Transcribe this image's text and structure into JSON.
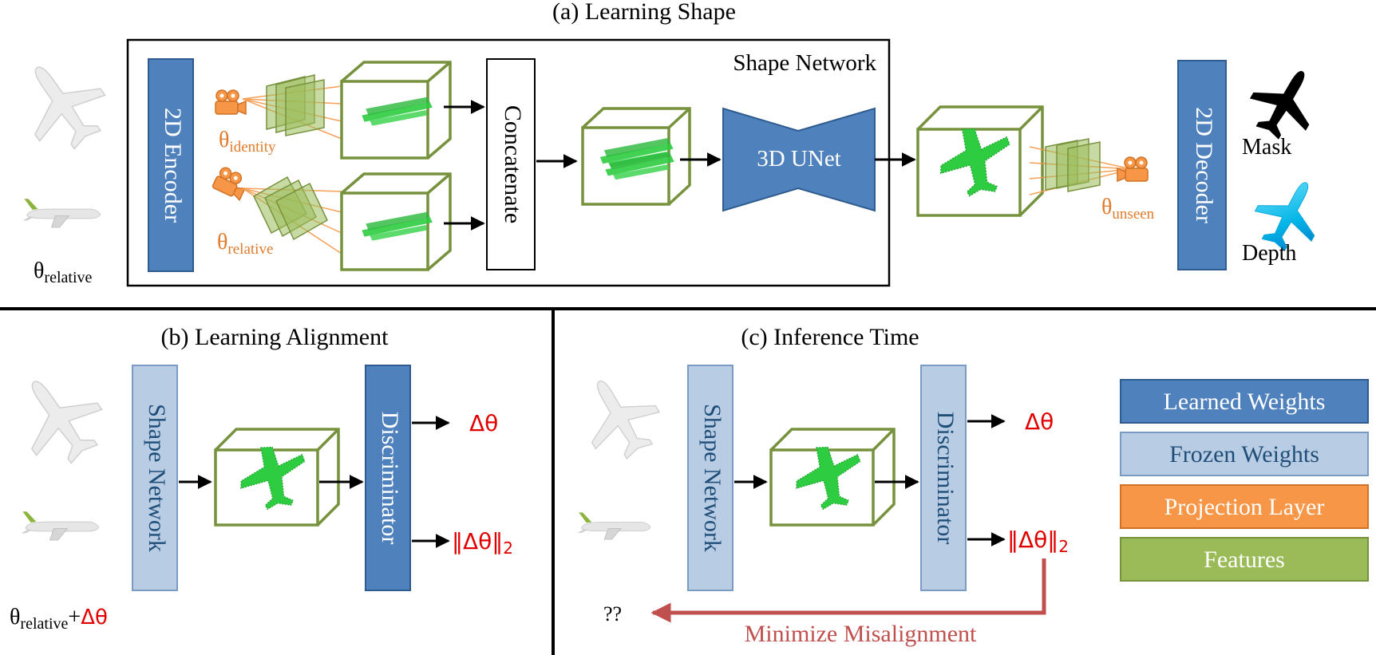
{
  "panel_a": {
    "title": "(a) Learning Shape",
    "shape_network_label": "Shape Network",
    "encoder_label": "2D Encoder",
    "concat_label": "Concatenate",
    "unet_label": "3D UNet",
    "decoder_label": "2D Decoder",
    "theta_identity": {
      "base": "θ",
      "sub": "identity"
    },
    "theta_relative_top": {
      "base": "θ",
      "sub": "relative"
    },
    "theta_relative_left": {
      "base": "θ",
      "sub": "relative"
    },
    "theta_unseen": {
      "base": "θ",
      "sub": "unseen"
    },
    "mask_label": "Mask",
    "depth_label": "Depth"
  },
  "panel_b": {
    "title": "(b) Learning Alignment",
    "shape_net_label": "Shape Network",
    "disc_label": "Discriminator",
    "delta_theta": "Δθ",
    "norm_open": "‖Δθ‖",
    "norm_sub": "2",
    "theta_rel": {
      "base": "θ",
      "sub": "relative",
      "plus": "+",
      "delta": "Δθ"
    }
  },
  "panel_c": {
    "title": "(c) Inference Time",
    "shape_net_label": "Shape Network",
    "disc_label": "Discriminator",
    "delta_theta": "Δθ",
    "norm_open": "‖Δθ‖",
    "norm_sub": "2",
    "unknown": "??",
    "minimize_label": "Minimize Misalignment"
  },
  "legend": [
    {
      "label": "Learned Weights",
      "fill": "#4f81bd",
      "stroke": "#2f5c8f",
      "text": "#ffffff"
    },
    {
      "label": "Frozen Weights",
      "fill": "#b8cce4",
      "stroke": "#7a9cc4",
      "text": "#1f4e79"
    },
    {
      "label": "Projection Layer",
      "fill": "#f79646",
      "stroke": "#d07327",
      "text": "#ffffff"
    },
    {
      "label": "Features",
      "fill": "#9bbb59",
      "stroke": "#76923c",
      "text": "#ffffff"
    }
  ],
  "colors": {
    "learned": "#4f81bd",
    "frozen": "#b8cce4",
    "projection": "#f79646",
    "feature_box": "#76923c",
    "feature_fill": "#9bbb59",
    "points": "#2ecc40",
    "red": "#e00000",
    "misalign_arrow": "#c0504d",
    "icons": [
      "plane-image-icon",
      "camera-icon",
      "voxel-cube-icon",
      "plane-mask-icon",
      "plane-depth-icon"
    ]
  }
}
